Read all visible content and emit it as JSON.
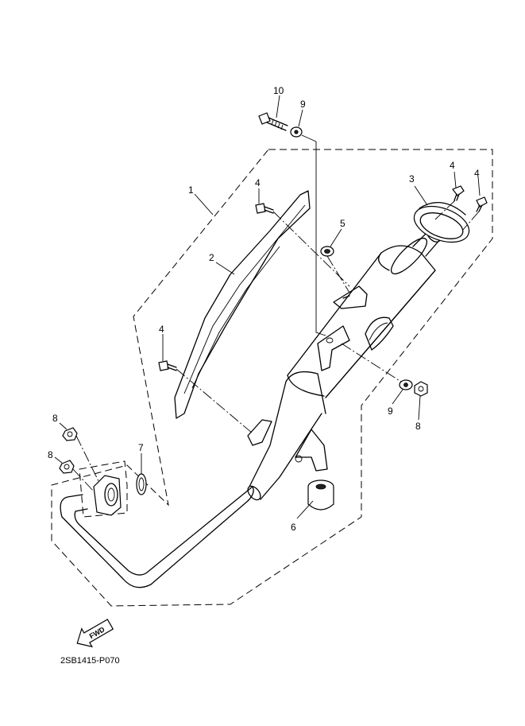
{
  "callouts": {
    "c1": "1",
    "c2": "2",
    "c3": "3",
    "c4a": "4",
    "c4b": "4",
    "c4c": "4",
    "c4d": "4",
    "c5": "5",
    "c6": "6",
    "c7": "7",
    "c8a": "8",
    "c8b": "8",
    "c8c": "8",
    "c9a": "9",
    "c9b": "9",
    "c10": "10"
  },
  "direction_label": "FWD",
  "diagram_code": "2SB1415-P070",
  "icons": {
    "direction": "fwd-arrow-icon"
  }
}
